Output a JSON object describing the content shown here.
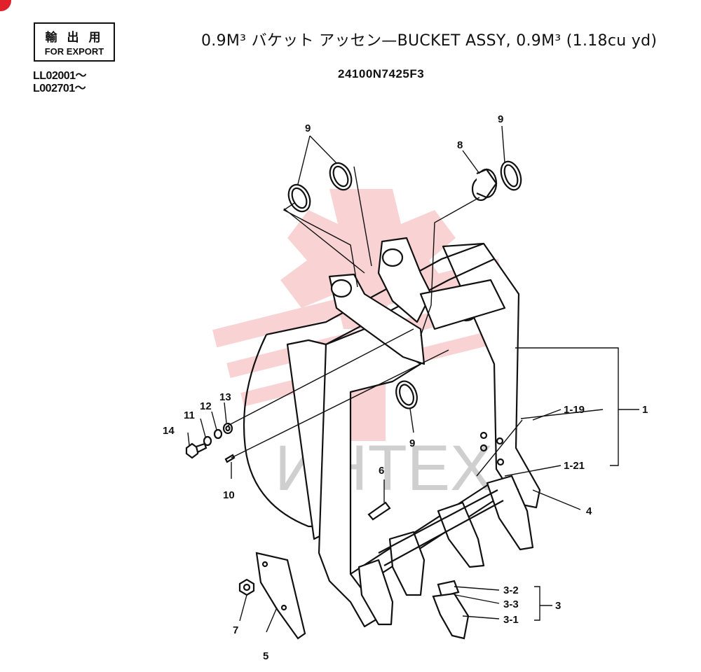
{
  "header": {
    "export_jp": "輸出用",
    "export_en": "FOR EXPORT",
    "serial_1": "LL02001～",
    "serial_2": "L002701～",
    "title": "0.9M³ バケット アッセン—BUCKET ASSY, 0.9M³ (1.18cu yd)",
    "part_number": "24100N7425F3"
  },
  "watermark": {
    "text": "ИНТЕХ",
    "color": "#e8383d"
  },
  "callouts": {
    "c9a": "9",
    "c9b": "9",
    "c9c": "9",
    "c8": "8",
    "c1": "1",
    "c1_19": "1-19",
    "c1_21": "1-21",
    "c4": "4",
    "c6": "6",
    "c14": "14",
    "c11": "11",
    "c12": "12",
    "c13": "13",
    "c10": "10",
    "c3": "3",
    "c3_1": "3-1",
    "c3_2": "3-2",
    "c3_3": "3-3",
    "c5": "5",
    "c7": "7"
  }
}
